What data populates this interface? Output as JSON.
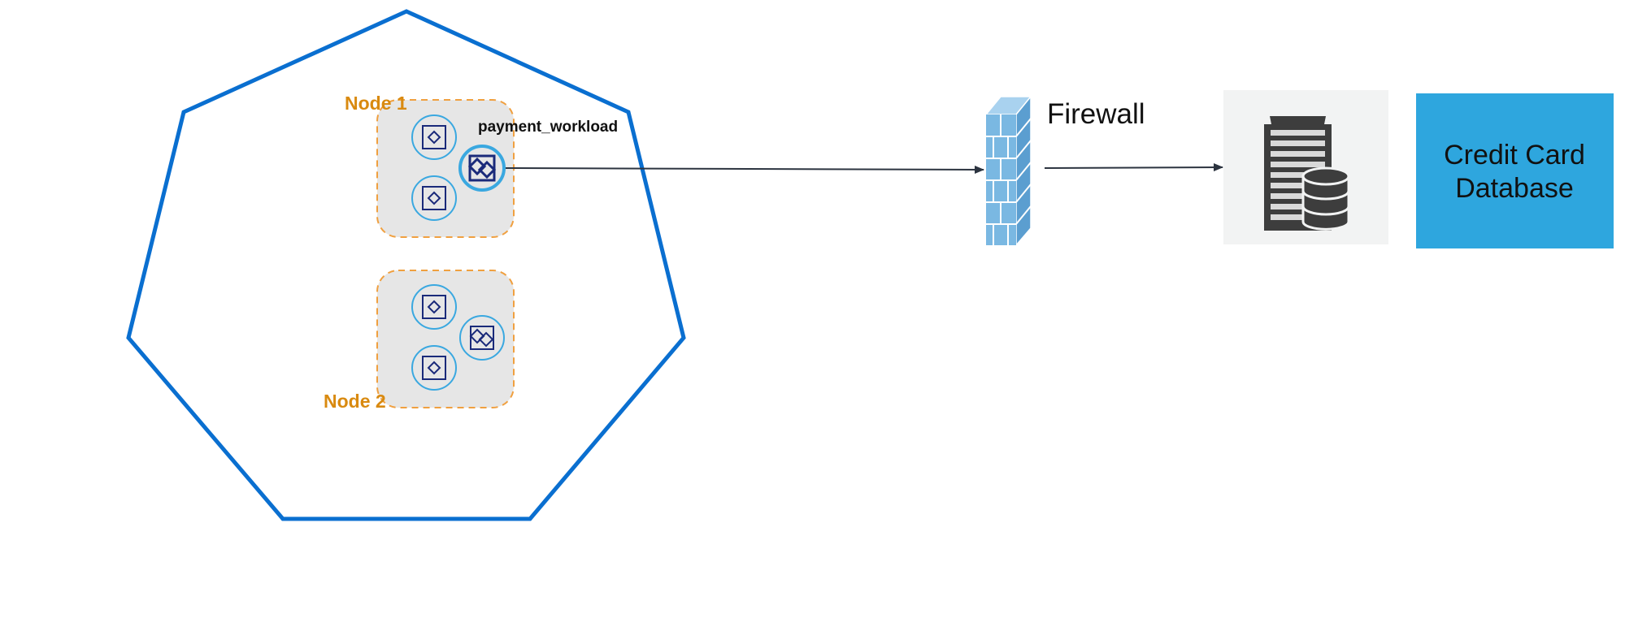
{
  "cluster": {
    "nodes": [
      {
        "label": "Node 1",
        "workload_label": "payment_workload"
      },
      {
        "label": "Node 2"
      }
    ]
  },
  "firewall": {
    "label": "Firewall"
  },
  "server": {
    "icon": "server-database-icon"
  },
  "database": {
    "label_line1": "Credit Card",
    "label_line2": "Database"
  },
  "colors": {
    "cluster_outline": "#0a6fd0",
    "node_border": "#f0a040",
    "node_fill": "#e6e6e6",
    "node_label": "#d98a10",
    "pod_circle": "#3aa8e0",
    "pod_icon": "#1a2a7a",
    "arrow": "#2c3440",
    "firewall": "#7ab8e2",
    "database_box": "#2ea6de",
    "server_bg": "#f2f3f3"
  }
}
